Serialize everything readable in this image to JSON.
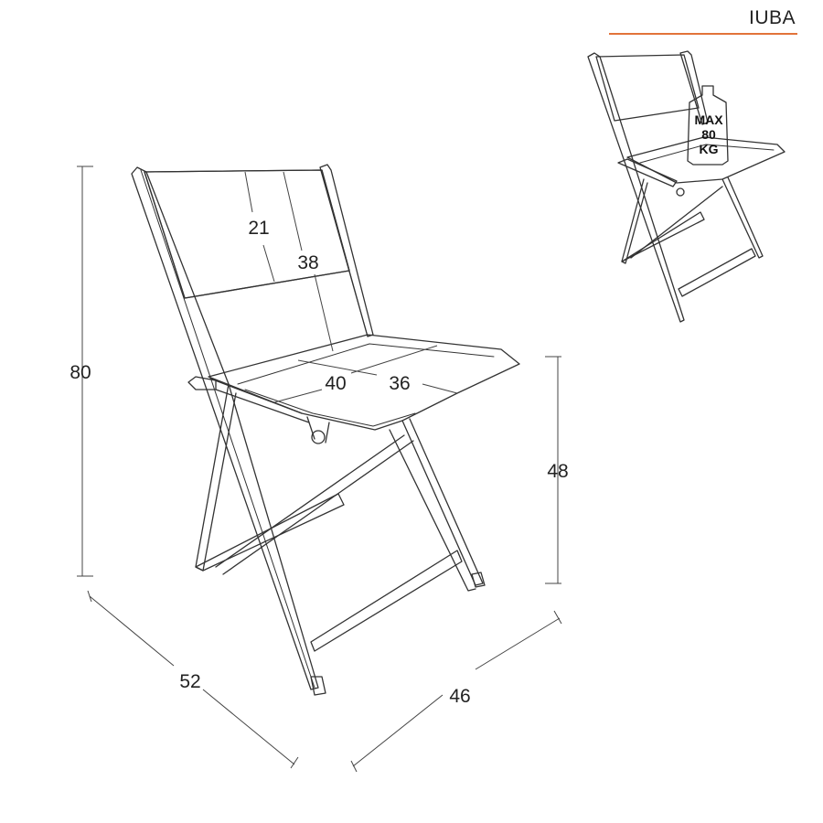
{
  "brand": {
    "name": "IUBA",
    "accent_color": "#e2733a"
  },
  "dimensions": {
    "height_total": "80",
    "seat_height": "48",
    "depth": "52",
    "width": "46",
    "backrest_height": "21",
    "backrest_top_to_seat": "38",
    "seat_depth": "40",
    "seat_width": "36"
  },
  "max_load": {
    "line1": "MAX",
    "line2": "80",
    "line3": "KG"
  }
}
